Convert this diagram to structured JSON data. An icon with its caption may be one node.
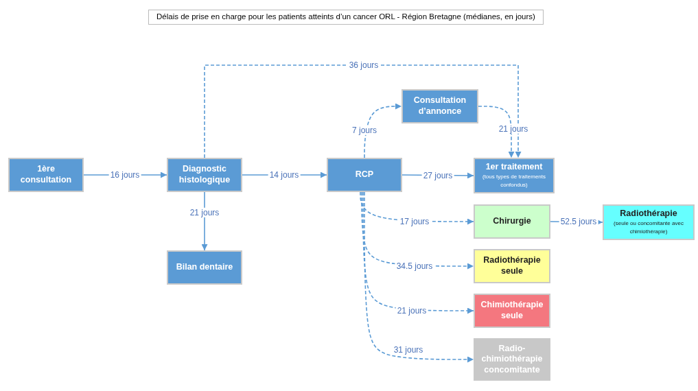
{
  "diagram": {
    "title": "Délais de prise en charge pour les patients atteints d’un cancer ORL - Région Bretagne (médianes, en jours)",
    "nodes": [
      {
        "text": [
          "1ère consultation"
        ]
      },
      {
        "text": [
          "Diagnostic histologique"
        ]
      },
      {
        "text": [
          "Bilan dentaire"
        ]
      },
      {
        "text": [
          "RCP"
        ]
      },
      {
        "text": [
          "Consultation d’annonce"
        ]
      },
      {
        "text": [
          "1er traitement",
          "(tous types de traitements confondus)"
        ]
      },
      {
        "text": [
          "Chirurgie"
        ]
      },
      {
        "text": [
          "Radiothérapie seule"
        ]
      },
      {
        "text": [
          "Chimiothérapie seule"
        ]
      },
      {
        "text": [
          "Radio-chimiothérapie concomitante"
        ]
      },
      {
        "text": [
          "Radiothérapie",
          "(seule ou concomitante avec chimiothérapie)"
        ]
      }
    ],
    "edges": [
      {
        "from": 0,
        "to": 1,
        "arrow": "to",
        "label": "16 jours"
      },
      {
        "from": 1,
        "to": 3,
        "arrow": "to",
        "label": "14 jours"
      },
      {
        "from": 1,
        "to": 2,
        "arrow": "to",
        "label": "21 jours"
      },
      {
        "from": 1,
        "to": 5,
        "arrow": "to",
        "label": "36 jours",
        "style": "dashed"
      },
      {
        "from": 3,
        "to": 4,
        "arrow": "to",
        "label": "7 jours",
        "style": "dashed"
      },
      {
        "from": 4,
        "to": 5,
        "arrow": "to",
        "label": "21 jours",
        "style": "dashed"
      },
      {
        "from": 3,
        "to": 5,
        "arrow": "to",
        "label": "27 jours"
      },
      {
        "from": 3,
        "to": 6,
        "arrow": "to",
        "label": "17 jours",
        "style": "dashed"
      },
      {
        "from": 3,
        "to": 7,
        "arrow": "to",
        "label": "34.5 jours",
        "style": "dashed"
      },
      {
        "from": 3,
        "to": 8,
        "arrow": "to",
        "label": "21 jours",
        "style": "dashed"
      },
      {
        "from": 3,
        "to": 9,
        "arrow": "to",
        "label": "31 jours",
        "style": "dashed"
      },
      {
        "from": 6,
        "to": 10,
        "arrow": "to",
        "label": "52.5 jours"
      }
    ]
  }
}
